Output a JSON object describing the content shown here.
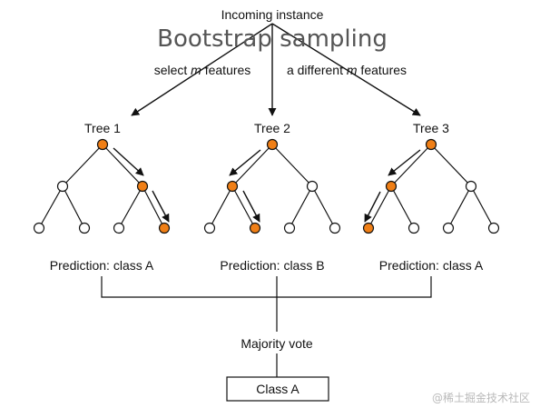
{
  "incoming": "Incoming instance",
  "overlay_title": "Bootstrap sampling",
  "branch_left": {
    "pre": "select ",
    "var": "m",
    "post": " features"
  },
  "branch_right": {
    "pre": "a different ",
    "var": "m",
    "post": " features"
  },
  "trees": [
    {
      "label": "Tree 1",
      "prediction": "Prediction: class A"
    },
    {
      "label": "Tree 2",
      "prediction": "Prediction: class B"
    },
    {
      "label": "Tree 3",
      "prediction": "Prediction: class A"
    }
  ],
  "vote_label": "Majority vote",
  "final_class": "Class A",
  "watermark": "@稀土掘金技术社区",
  "colors": {
    "selected_node": "#f07f16",
    "node": "#ffffff",
    "line": "#111111"
  }
}
